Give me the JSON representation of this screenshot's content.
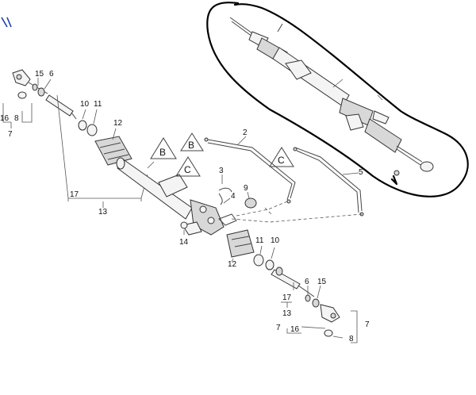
{
  "callouts": {
    "c15a": "15",
    "c6a": "6",
    "c16a": "16",
    "c8a": "8",
    "c7a": "7",
    "c10a": "10",
    "c11a": "11",
    "c12a": "12",
    "c17a": "17",
    "c13a": "13",
    "c2": "2",
    "c5": "5",
    "c3": "3",
    "c4": "4",
    "c9": "9",
    "c14": "14",
    "c11b": "11",
    "c10b": "10",
    "c12b": "12",
    "c6b": "6",
    "c15b": "15",
    "c17b": "17",
    "c13b": "13",
    "c7b": "7",
    "c16b": "16",
    "c7c": "7",
    "c8b": "8"
  },
  "markers": {
    "b1": "B",
    "b2": "B",
    "c1": "C",
    "c2": "C"
  },
  "colors": {
    "ink": "#333333",
    "annotation": "#000000",
    "corner_mark": "#1a3fa8"
  }
}
